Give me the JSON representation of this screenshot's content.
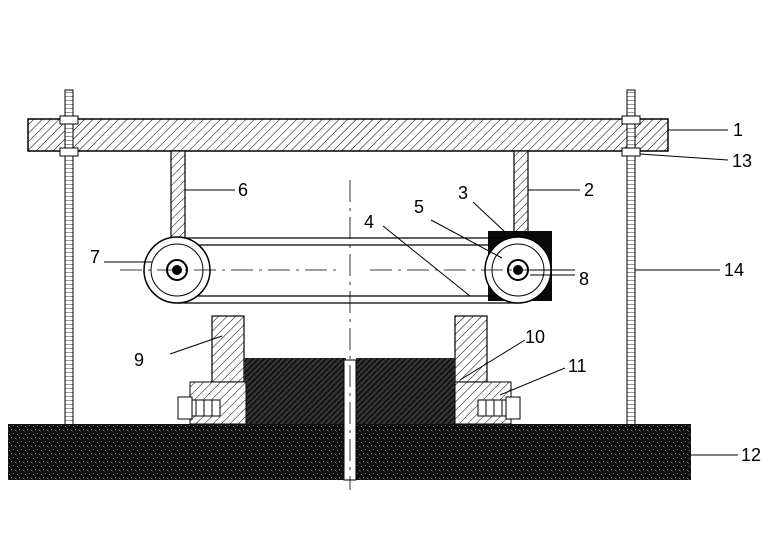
{
  "diagram": {
    "labels": [
      {
        "id": "1",
        "text": "1"
      },
      {
        "id": "2",
        "text": "2"
      },
      {
        "id": "3",
        "text": "3"
      },
      {
        "id": "4",
        "text": "4"
      },
      {
        "id": "5",
        "text": "5"
      },
      {
        "id": "6",
        "text": "6"
      },
      {
        "id": "7",
        "text": "7"
      },
      {
        "id": "8",
        "text": "8"
      },
      {
        "id": "9",
        "text": "9"
      },
      {
        "id": "10",
        "text": "10"
      },
      {
        "id": "11",
        "text": "11"
      },
      {
        "id": "12",
        "text": "12"
      },
      {
        "id": "13",
        "text": "13"
      },
      {
        "id": "14",
        "text": "14"
      }
    ]
  }
}
